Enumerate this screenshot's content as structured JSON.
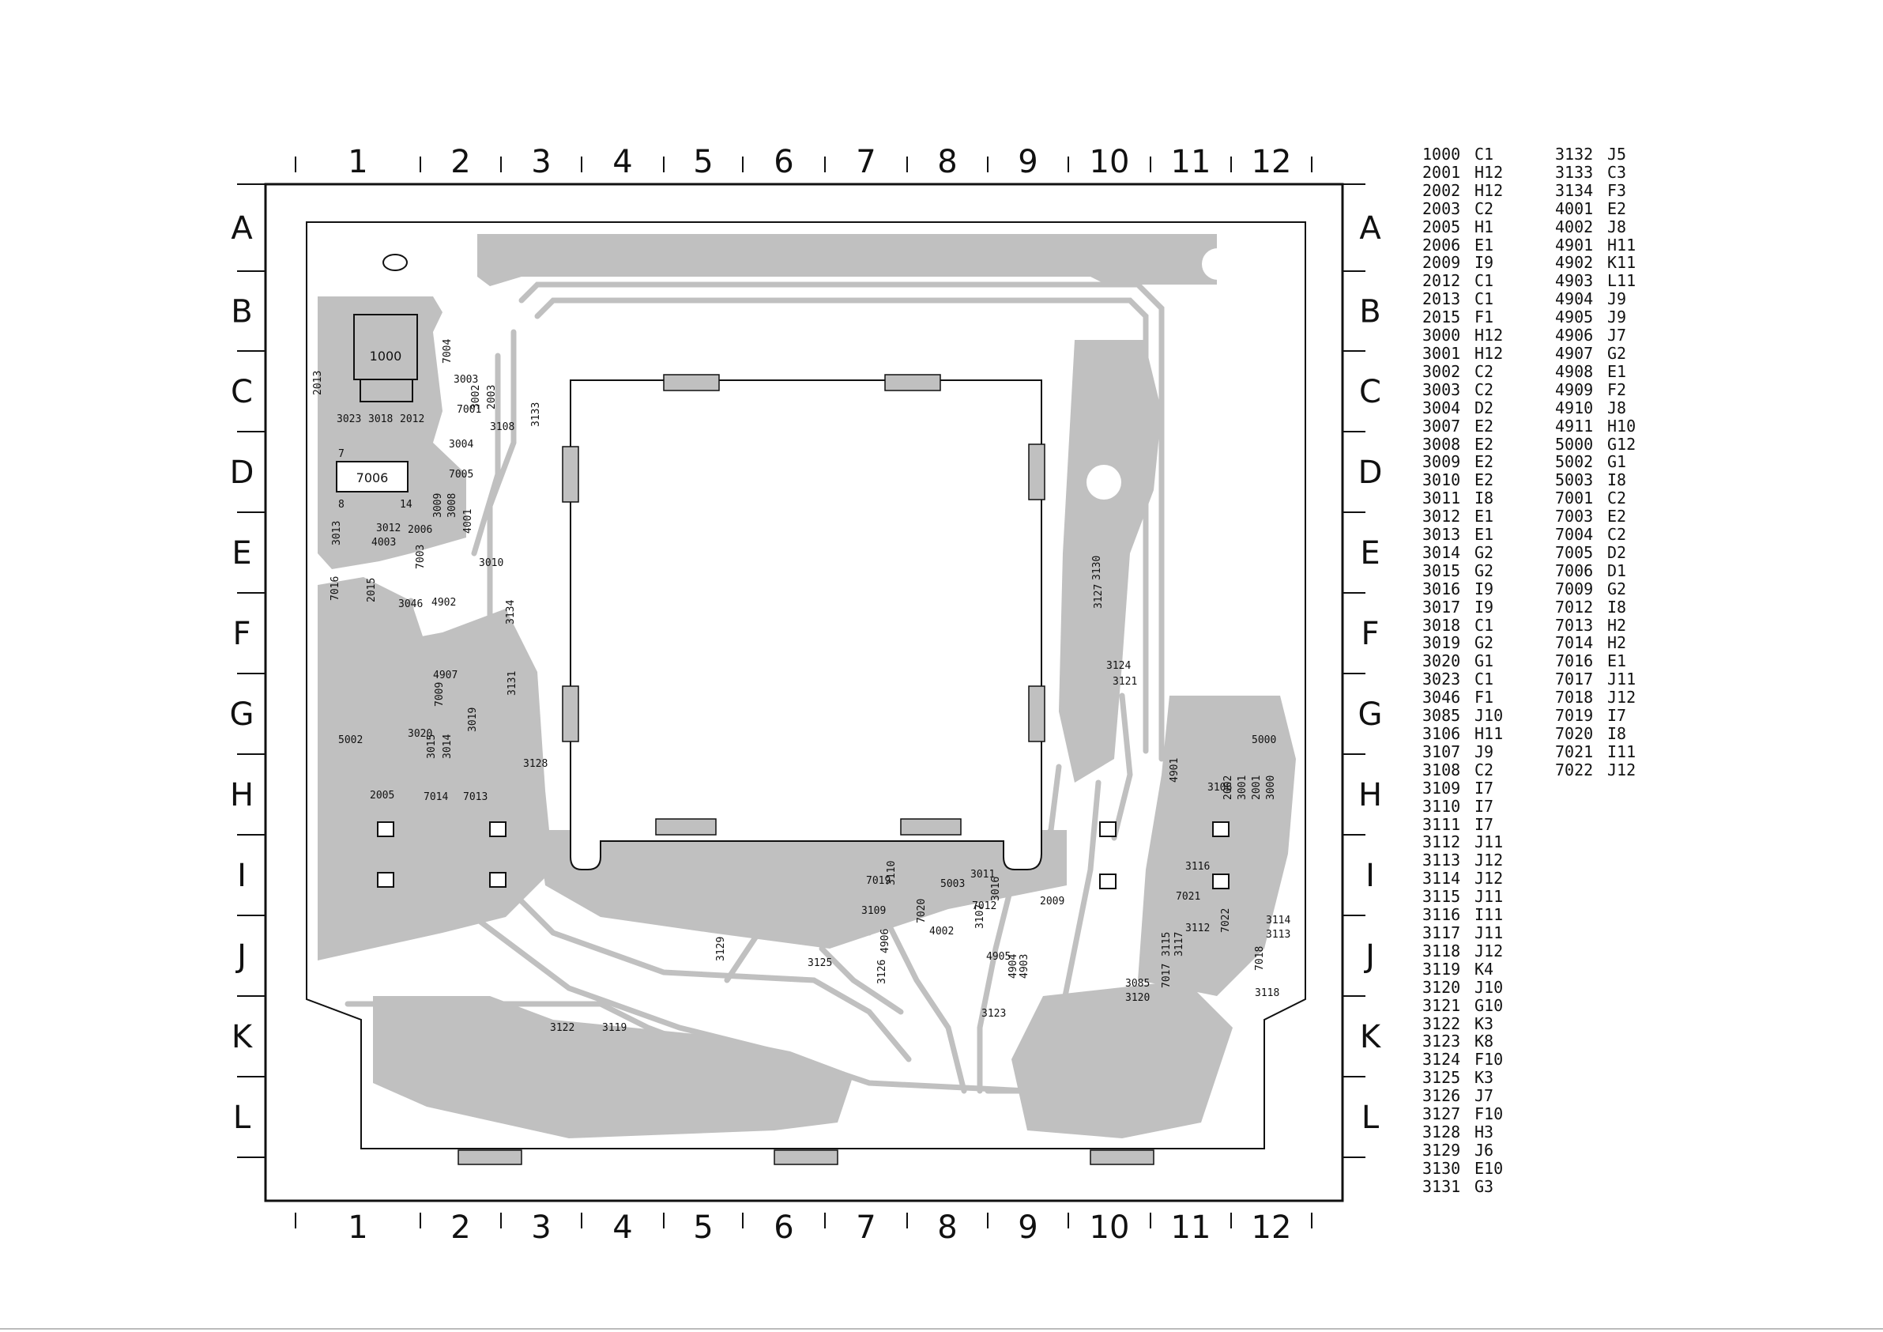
{
  "columns": [
    "1",
    "2",
    "3",
    "4",
    "5",
    "6",
    "7",
    "8",
    "9",
    "10",
    "11",
    "12"
  ],
  "rows": [
    "A",
    "B",
    "C",
    "D",
    "E",
    "F",
    "G",
    "H",
    "I",
    "J",
    "K",
    "L"
  ],
  "components": {
    "main_ic": "1000",
    "ic_7006": "7006",
    "ic_7006_pin7": "7",
    "ic_7006_pin8": "8",
    "ic_7006_pin14": "14",
    "labels": [
      "2013",
      "3023",
      "3018",
      "2012",
      "7004",
      "3003",
      "7001",
      "3002",
      "2003",
      "3108",
      "3004",
      "7005",
      "3133",
      "3012",
      "2006",
      "3009",
      "3008",
      "4001",
      "3013",
      "4003",
      "7003",
      "3010",
      "7016",
      "2015",
      "3046",
      "4902",
      "3134",
      "4907",
      "7009",
      "3020",
      "3015",
      "3014",
      "3019",
      "5002",
      "3131",
      "3128",
      "2005",
      "7014",
      "7013",
      "3130",
      "3127",
      "3124",
      "3121",
      "5000",
      "4901",
      "3106",
      "2002",
      "3001",
      "2001",
      "3000",
      "3116",
      "7021",
      "3112",
      "3114",
      "3113",
      "7022",
      "3115",
      "3117",
      "7018",
      "3118",
      "3085",
      "3120",
      "7017",
      "7019",
      "3110",
      "3109",
      "7020",
      "5003",
      "3011",
      "3016",
      "3107",
      "7012",
      "4002",
      "2009",
      "4906",
      "4905",
      "4904",
      "4903",
      "3129",
      "3125",
      "3126",
      "3123",
      "3122",
      "3119"
    ]
  },
  "legend": {
    "left": [
      [
        "1000",
        "C1"
      ],
      [
        "2001",
        "H12"
      ],
      [
        "2002",
        "H12"
      ],
      [
        "2003",
        "C2"
      ],
      [
        "2005",
        "H1"
      ],
      [
        "2006",
        "E1"
      ],
      [
        "2009",
        "I9"
      ],
      [
        "2012",
        "C1"
      ],
      [
        "2013",
        "C1"
      ],
      [
        "2015",
        "F1"
      ],
      [
        "3000",
        "H12"
      ],
      [
        "3001",
        "H12"
      ],
      [
        "3002",
        "C2"
      ],
      [
        "3003",
        "C2"
      ],
      [
        "3004",
        "D2"
      ],
      [
        "3007",
        "E2"
      ],
      [
        "3008",
        "E2"
      ],
      [
        "3009",
        "E2"
      ],
      [
        "3010",
        "E2"
      ],
      [
        "3011",
        "I8"
      ],
      [
        "3012",
        "E1"
      ],
      [
        "3013",
        "E1"
      ],
      [
        "3014",
        "G2"
      ],
      [
        "3015",
        "G2"
      ],
      [
        "3016",
        "I9"
      ],
      [
        "3017",
        "I9"
      ],
      [
        "3018",
        "C1"
      ],
      [
        "3019",
        "G2"
      ],
      [
        "3020",
        "G1"
      ],
      [
        "3023",
        "C1"
      ],
      [
        "3046",
        "F1"
      ],
      [
        "3085",
        "J10"
      ],
      [
        "3106",
        "H11"
      ],
      [
        "3107",
        "J9"
      ],
      [
        "3108",
        "C2"
      ],
      [
        "3109",
        "I7"
      ],
      [
        "3110",
        "I7"
      ],
      [
        "3111",
        "I7"
      ],
      [
        "3112",
        "J11"
      ],
      [
        "3113",
        "J12"
      ],
      [
        "3114",
        "J12"
      ],
      [
        "3115",
        "J11"
      ],
      [
        "3116",
        "I11"
      ],
      [
        "3117",
        "J11"
      ],
      [
        "3118",
        "J12"
      ],
      [
        "3119",
        "K4"
      ],
      [
        "3120",
        "J10"
      ],
      [
        "3121",
        "G10"
      ],
      [
        "3122",
        "K3"
      ],
      [
        "3123",
        "K8"
      ],
      [
        "3124",
        "F10"
      ],
      [
        "3125",
        "K3"
      ],
      [
        "3126",
        "J7"
      ],
      [
        "3127",
        "F10"
      ],
      [
        "3128",
        "H3"
      ],
      [
        "3129",
        "J6"
      ],
      [
        "3130",
        "E10"
      ],
      [
        "3131",
        "G3"
      ]
    ],
    "right": [
      [
        "3132",
        "J5"
      ],
      [
        "3133",
        "C3"
      ],
      [
        "3134",
        "F3"
      ],
      [
        "4001",
        "E2"
      ],
      [
        "4002",
        "J8"
      ],
      [
        "4901",
        "H11"
      ],
      [
        "4902",
        "K11"
      ],
      [
        "4903",
        "L11"
      ],
      [
        "4904",
        "J9"
      ],
      [
        "4905",
        "J9"
      ],
      [
        "4906",
        "J7"
      ],
      [
        "4907",
        "G2"
      ],
      [
        "4908",
        "E1"
      ],
      [
        "4909",
        "F2"
      ],
      [
        "4910",
        "J8"
      ],
      [
        "4911",
        "H10"
      ],
      [
        "5000",
        "G12"
      ],
      [
        "5002",
        "G1"
      ],
      [
        "5003",
        "I8"
      ],
      [
        "7001",
        "C2"
      ],
      [
        "7003",
        "E2"
      ],
      [
        "7004",
        "C2"
      ],
      [
        "7005",
        "D2"
      ],
      [
        "7006",
        "D1"
      ],
      [
        "7009",
        "G2"
      ],
      [
        "7012",
        "I8"
      ],
      [
        "7013",
        "H2"
      ],
      [
        "7014",
        "H2"
      ],
      [
        "7016",
        "E1"
      ],
      [
        "7017",
        "J11"
      ],
      [
        "7018",
        "J12"
      ],
      [
        "7019",
        "I7"
      ],
      [
        "7020",
        "I8"
      ],
      [
        "7021",
        "I11"
      ],
      [
        "7022",
        "J12"
      ]
    ]
  },
  "colors": {
    "copper": "#c0c0c0",
    "line": "#111111",
    "background": "#ffffff"
  }
}
